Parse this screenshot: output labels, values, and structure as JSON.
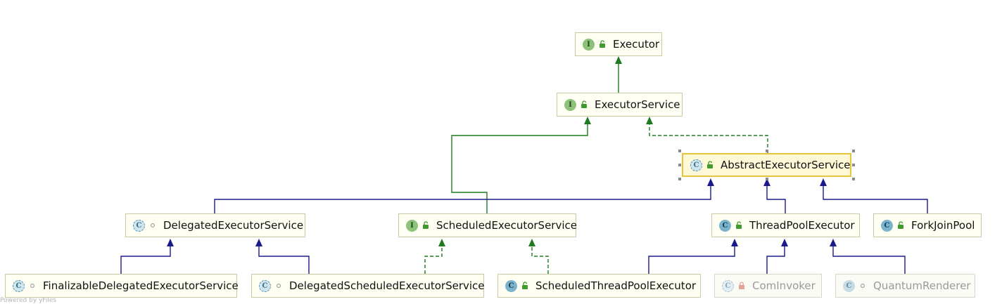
{
  "diagram": {
    "nodes": [
      {
        "id": "executor",
        "label": "Executor",
        "kind": "interface",
        "kind_letter": "I",
        "visibility": "public",
        "state": "normal"
      },
      {
        "id": "executorservice",
        "label": "ExecutorService",
        "kind": "interface",
        "kind_letter": "I",
        "visibility": "public",
        "state": "normal"
      },
      {
        "id": "abstractexecutorservice",
        "label": "AbstractExecutorService",
        "kind": "abstract-class",
        "kind_letter": "C",
        "visibility": "public",
        "state": "selected"
      },
      {
        "id": "delegatedexecutorservice",
        "label": "DelegatedExecutorService",
        "kind": "abstract-class",
        "kind_letter": "C",
        "visibility": "package",
        "state": "normal"
      },
      {
        "id": "scheduledexecutorservice",
        "label": "ScheduledExecutorService",
        "kind": "interface",
        "kind_letter": "I",
        "visibility": "public",
        "state": "normal"
      },
      {
        "id": "threadpoolexecutor",
        "label": "ThreadPoolExecutor",
        "kind": "class",
        "kind_letter": "C",
        "visibility": "public",
        "state": "normal"
      },
      {
        "id": "forkjoinpool",
        "label": "ForkJoinPool",
        "kind": "class",
        "kind_letter": "C",
        "visibility": "public",
        "state": "normal"
      },
      {
        "id": "finalizabledelegatedexecutorservice",
        "label": "FinalizableDelegatedExecutorService",
        "kind": "abstract-class",
        "kind_letter": "C",
        "visibility": "package",
        "state": "normal"
      },
      {
        "id": "delegatedscheduledexecutorservice",
        "label": "DelegatedScheduledExecutorService",
        "kind": "abstract-class",
        "kind_letter": "C",
        "visibility": "package",
        "state": "normal"
      },
      {
        "id": "scheduledthreadpoolexecutor",
        "label": "ScheduledThreadPoolExecutor",
        "kind": "class",
        "kind_letter": "C",
        "visibility": "public",
        "state": "normal"
      },
      {
        "id": "cominvoker",
        "label": "ComInvoker",
        "kind": "abstract-class",
        "kind_letter": "C",
        "visibility": "private",
        "state": "faded"
      },
      {
        "id": "quantumrenderer",
        "label": "QuantumRenderer",
        "kind": "class",
        "kind_letter": "C",
        "visibility": "package",
        "state": "faded"
      }
    ],
    "edges": [
      {
        "from": "executorservice",
        "to": "executor",
        "type": "extends-interface"
      },
      {
        "from": "scheduledexecutorservice",
        "to": "executorservice",
        "type": "extends-interface"
      },
      {
        "from": "abstractexecutorservice",
        "to": "executorservice",
        "type": "implements"
      },
      {
        "from": "delegatedexecutorservice",
        "to": "abstractexecutorservice",
        "type": "extends"
      },
      {
        "from": "threadpoolexecutor",
        "to": "abstractexecutorservice",
        "type": "extends"
      },
      {
        "from": "forkjoinpool",
        "to": "abstractexecutorservice",
        "type": "extends"
      },
      {
        "from": "finalizabledelegatedexecutorservice",
        "to": "delegatedexecutorservice",
        "type": "extends"
      },
      {
        "from": "delegatedscheduledexecutorservice",
        "to": "delegatedexecutorservice",
        "type": "extends"
      },
      {
        "from": "delegatedscheduledexecutorservice",
        "to": "scheduledexecutorservice",
        "type": "implements"
      },
      {
        "from": "scheduledthreadpoolexecutor",
        "to": "scheduledexecutorservice",
        "type": "implements"
      },
      {
        "from": "scheduledthreadpoolexecutor",
        "to": "threadpoolexecutor",
        "type": "extends"
      },
      {
        "from": "cominvoker",
        "to": "threadpoolexecutor",
        "type": "extends"
      },
      {
        "from": "quantumrenderer",
        "to": "threadpoolexecutor",
        "type": "extends"
      }
    ],
    "colors": {
      "extends": "#1a1a8c",
      "extends-interface": "#1e7a1e",
      "implements": "#1e7a1e",
      "selected-border": "#e8c43a"
    }
  },
  "footer": {
    "text": "Powered by yFiles"
  }
}
